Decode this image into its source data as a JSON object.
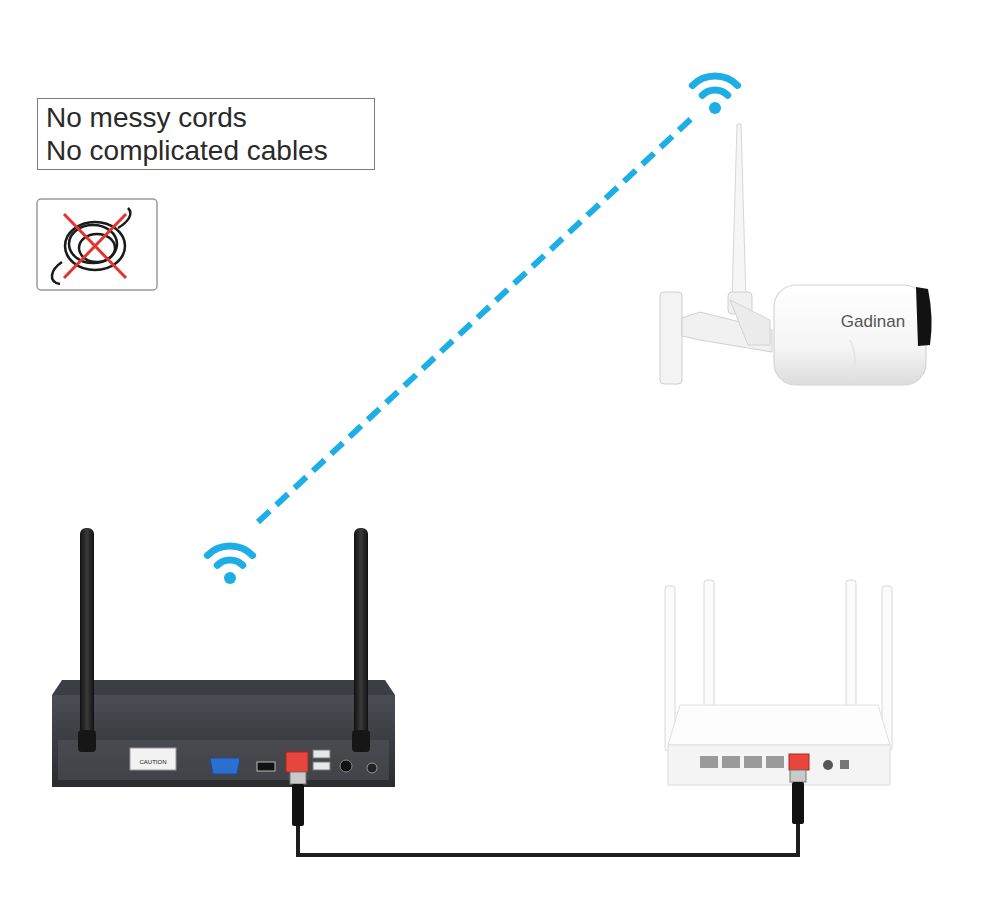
{
  "diagram": {
    "nodes": [
      {
        "text": [
          "No messy cords",
          "No complicated cables"
        ]
      }
    ],
    "labels": [
      "Gadinan",
      "CAUTION"
    ]
  }
}
